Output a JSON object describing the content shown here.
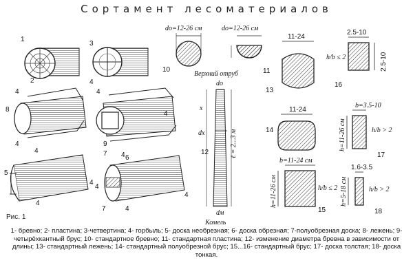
{
  "title": "Сортамент лесоматериалов",
  "figure_label": "Рис. 1",
  "dims": {
    "d10": "dо=12-26 см",
    "d11": "dо=12-26 см",
    "w13": "11-24",
    "w14": "11-24",
    "w16": "2.5-10",
    "h16": "2.5-10",
    "hb16": "h/b ≤ 2",
    "b17": "b=3.5-10",
    "h17": "h=11-26 см",
    "hb17": "h/b > 2",
    "b15": "b=11-24 см",
    "h15": "h=11-26 см",
    "hb15": "h/b ≤ 2",
    "b18": "1.6-3.5",
    "h18": "h=5-18 см",
    "hb18": "h/b > 2"
  },
  "log12": {
    "top": "Верхний отруб",
    "d0": "dо",
    "x": "x",
    "dx": "dx",
    "len": "ℓ = 2...3 м",
    "dm": "dм",
    "bottom": "Комель"
  },
  "numbers": [
    "1",
    "2",
    "3",
    "4",
    "5",
    "6",
    "7",
    "8",
    "9",
    "10",
    "11",
    "12",
    "13",
    "14",
    "15",
    "16",
    "17",
    "18"
  ],
  "caption": "1- бревно; 2- пластина; 3-четвертина; 4- горбыль; 5- доска необрезная; 6- доска обрезная; 7-полуобрезная доска; 8- лежень; 9- четырёхкантный брус; 10- стандартное бревно; 11- стандартная пластина; 12- изменение диаметра бревна в зависимости от длины; 13- стандартный лежень; 14- стандартный полуобрезной брус; 15...16- стандартный брус; 17- доска толстая; 18- доска тонкая."
}
